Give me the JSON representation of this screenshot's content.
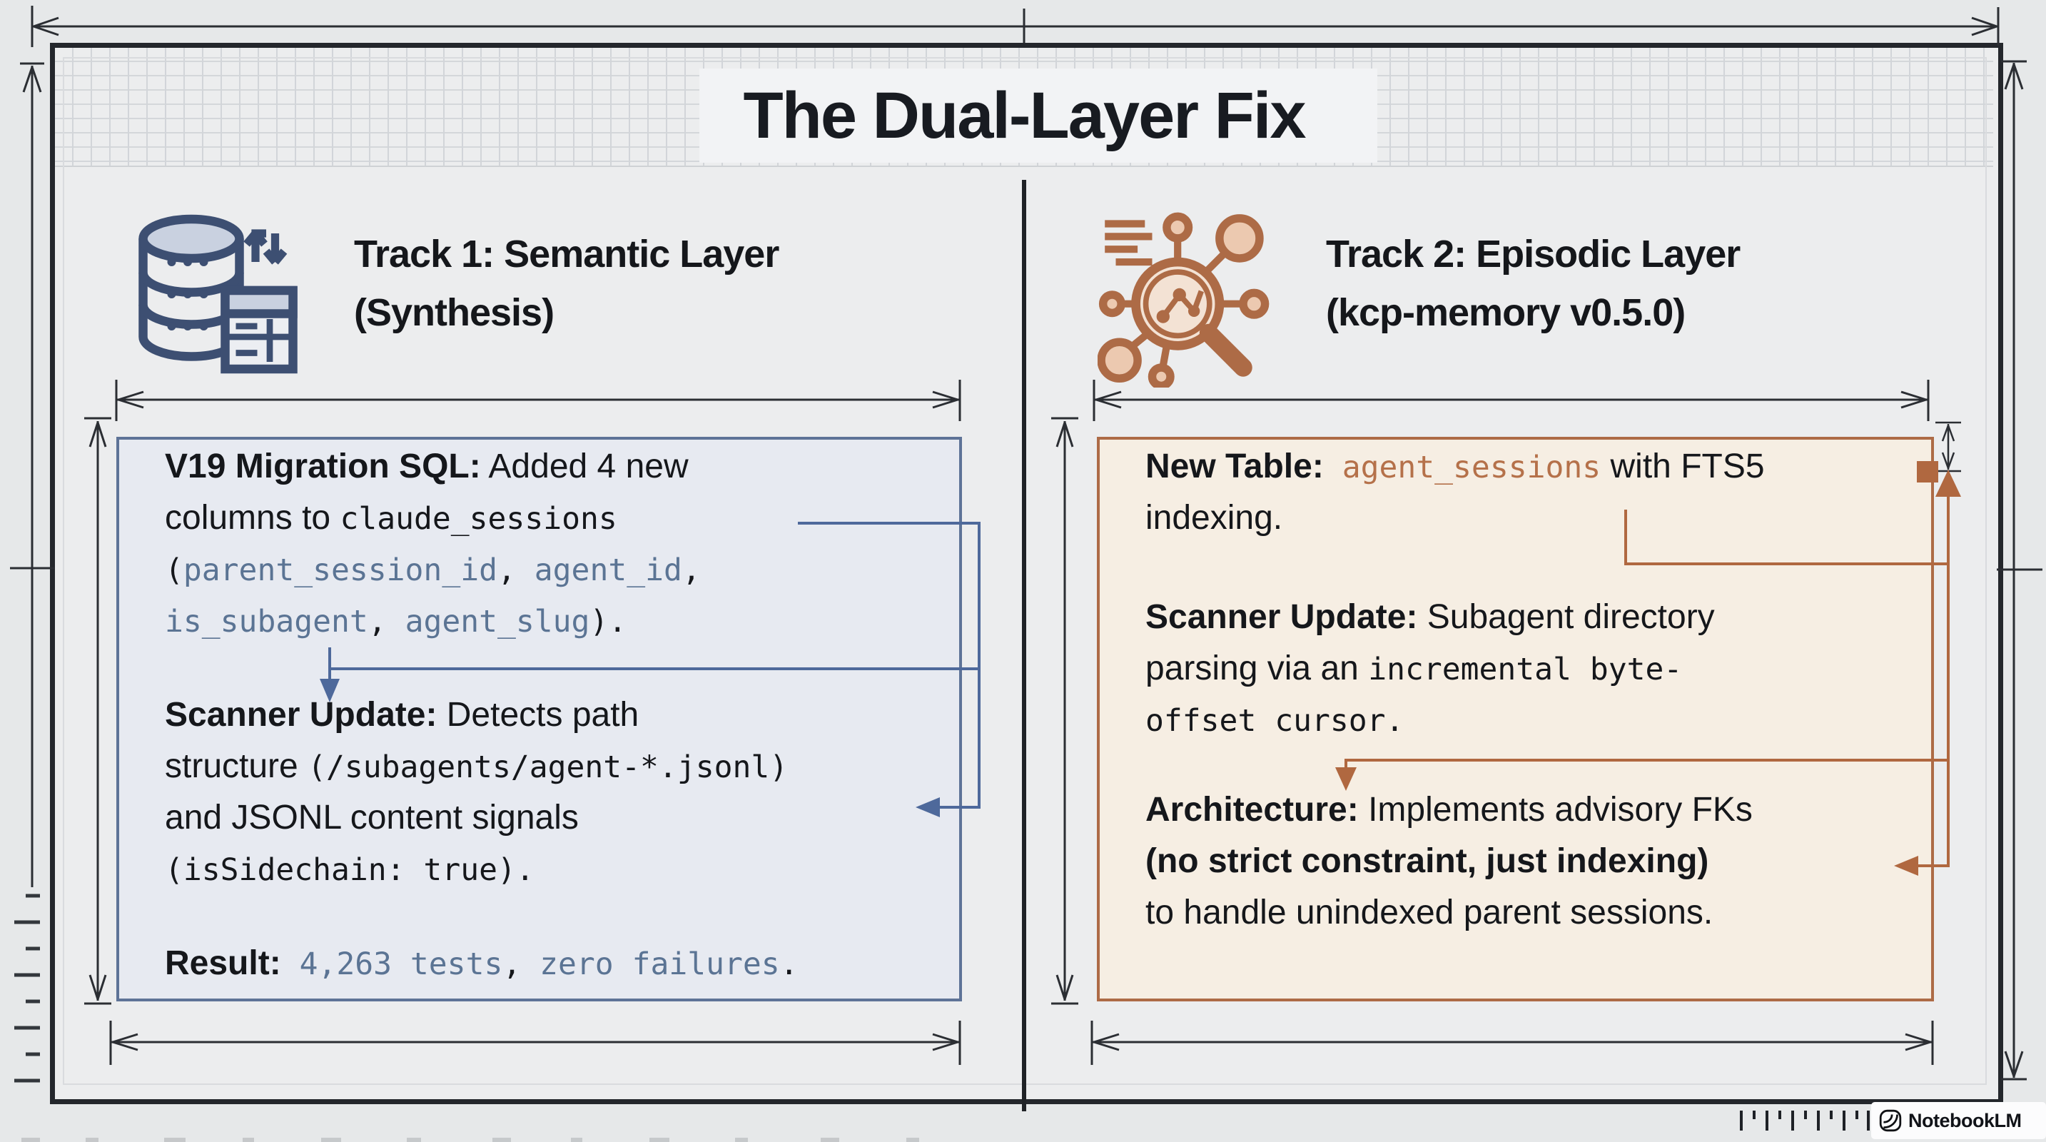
{
  "title": "The Dual-Layer Fix",
  "colors": {
    "track1_accent": "#5e7397",
    "track1_code": "#5b7494",
    "track1_card_bg": "#e7eaf1",
    "track2_accent": "#ad6b46",
    "track2_code": "#b5714a",
    "track2_card_bg": "#f6eee3",
    "dimension_line": "#2b2e33",
    "text": "#15171b"
  },
  "track1": {
    "icon": "database-sync-icon",
    "heading": [
      "Track 1: Semantic Layer",
      "(Synthesis)"
    ],
    "card": {
      "p1": [
        [
          {
            "style": "bold",
            "text": "V19 Migration SQL:"
          },
          {
            "style": "reg",
            "text": " Added 4 new"
          }
        ],
        [
          {
            "style": "reg",
            "text": "columns to "
          },
          {
            "style": "mono",
            "text": "claude_sessions"
          }
        ],
        [
          {
            "style": "mono",
            "text": "("
          },
          {
            "style": "code",
            "text": "parent_session_id"
          },
          {
            "style": "mono",
            "text": ", "
          },
          {
            "style": "code",
            "text": "agent_id"
          },
          {
            "style": "mono",
            "text": ","
          }
        ],
        [
          {
            "style": "code",
            "text": "is_subagent"
          },
          {
            "style": "mono",
            "text": ", "
          },
          {
            "style": "code",
            "text": "agent_slug"
          },
          {
            "style": "mono",
            "text": ")."
          }
        ]
      ],
      "p2": [
        [
          {
            "style": "bold",
            "text": "Scanner Update:"
          },
          {
            "style": "reg",
            "text": " Detects path"
          }
        ],
        [
          {
            "style": "reg",
            "text": "structure "
          },
          {
            "style": "mono",
            "text": "(/subagents/agent-*.jsonl)"
          }
        ],
        [
          {
            "style": "reg",
            "text": "and JSONL content signals"
          }
        ],
        [
          {
            "style": "mono",
            "text": "(isSidechain: true)."
          }
        ]
      ],
      "p3": [
        [
          {
            "style": "bold",
            "text": "Result:"
          },
          {
            "style": "code",
            "text": " 4,263 tests"
          },
          {
            "style": "mono",
            "text": ", "
          },
          {
            "style": "code",
            "text": "zero failures"
          },
          {
            "style": "mono",
            "text": "."
          }
        ]
      ]
    }
  },
  "track2": {
    "icon": "network-magnifier-icon",
    "heading": [
      "Track 2: Episodic Layer",
      "(kcp-memory v0.5.0)"
    ],
    "card": {
      "p1": [
        [
          {
            "style": "bold",
            "text": "New Table:"
          },
          {
            "style": "code",
            "text": " agent_sessions"
          },
          {
            "style": "reg",
            "text": " with FTS5"
          }
        ],
        [
          {
            "style": "reg",
            "text": "indexing."
          }
        ]
      ],
      "p2": [
        [
          {
            "style": "bold",
            "text": "Scanner Update:"
          },
          {
            "style": "reg",
            "text": " Subagent directory"
          }
        ],
        [
          {
            "style": "reg",
            "text": "parsing via an "
          },
          {
            "style": "mono",
            "text": "incremental byte-"
          }
        ],
        [
          {
            "style": "mono",
            "text": "offset cursor."
          }
        ]
      ],
      "p3": [
        [
          {
            "style": "bold",
            "text": "Architecture:"
          },
          {
            "style": "reg",
            "text": " Implements advisory FKs"
          }
        ],
        [
          {
            "style": "bold",
            "text": "(no strict constraint, just indexing)"
          }
        ],
        [
          {
            "style": "reg",
            "text": "to handle unindexed parent sessions."
          }
        ]
      ]
    }
  },
  "watermark": {
    "brand": "NotebookLM",
    "icon": "notebooklm-logo-icon"
  }
}
